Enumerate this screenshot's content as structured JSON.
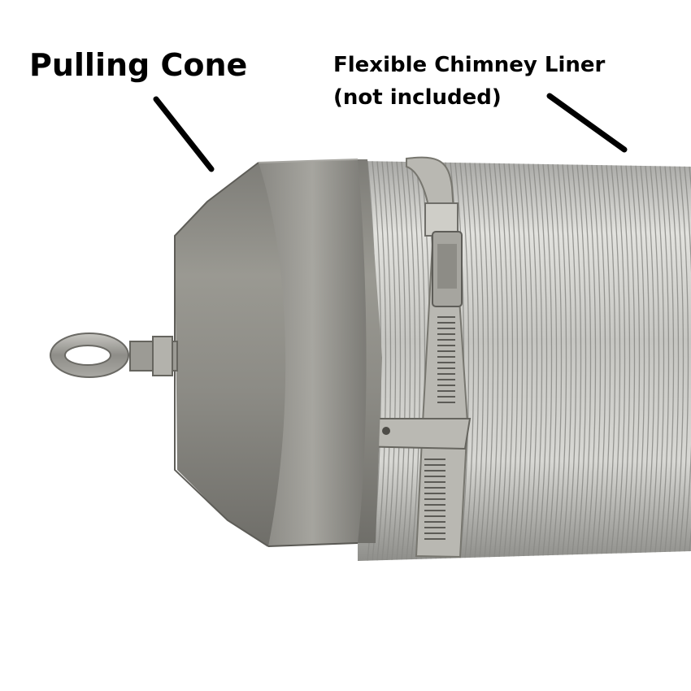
{
  "labels": {
    "pulling_cone": "Pulling Cone",
    "liner_line1": "Flexible Chimney Liner",
    "liner_line2": "(not included)"
  },
  "colors": {
    "background": "#ffffff",
    "text": "#000000",
    "cone_steel": "#8f8e88",
    "liner_steel": "#c9c9c6",
    "clamp_steel": "#b9b8b2"
  },
  "icons": {
    "eyebolt": "eyebolt-icon",
    "hose_clamp": "hose-clamp-icon"
  }
}
